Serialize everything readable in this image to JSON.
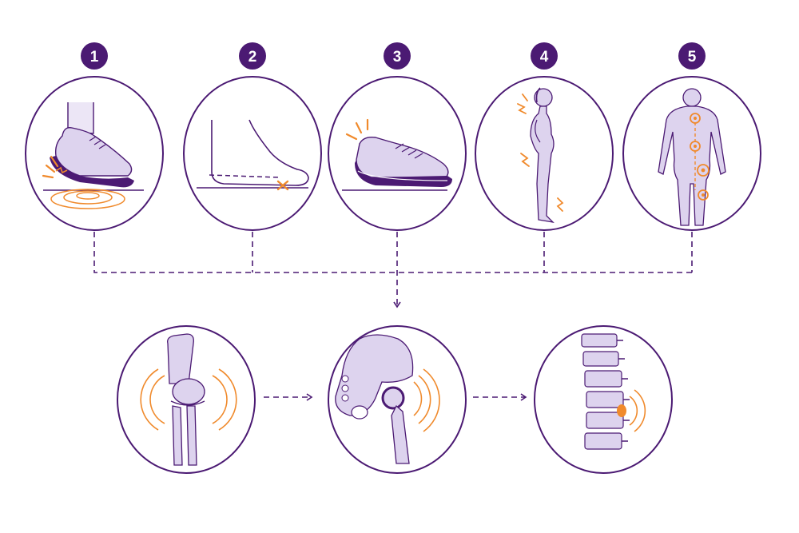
{
  "colors": {
    "primary": "#4b1a73",
    "fill": "#ddd3ee",
    "fill_light": "#ece6f6",
    "accent": "#f08a2c",
    "background": "#ffffff"
  },
  "steps": [
    {
      "number": "1",
      "icon": "heel-strike-shoe-icon"
    },
    {
      "number": "2",
      "icon": "flat-foot-arch-icon"
    },
    {
      "number": "3",
      "icon": "worn-shoe-icon"
    },
    {
      "number": "4",
      "icon": "posture-side-profile-icon"
    },
    {
      "number": "5",
      "icon": "body-pain-points-icon"
    }
  ],
  "outcomes": [
    {
      "icon": "knee-joint-pain-icon"
    },
    {
      "icon": "hip-joint-pain-icon"
    },
    {
      "icon": "lower-spine-pain-icon"
    }
  ]
}
